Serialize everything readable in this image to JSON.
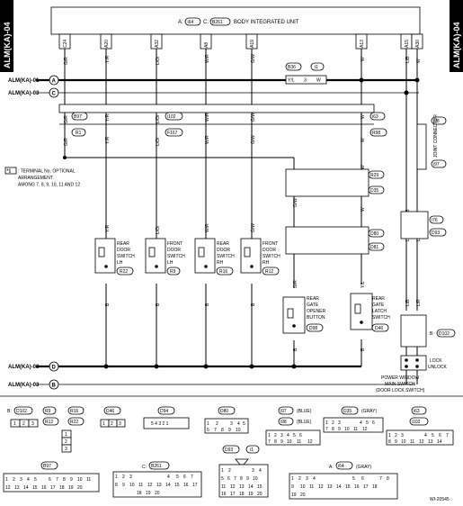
{
  "diagram": {
    "tab_left": "ALM(KA)-04",
    "tab_right": "ALM(KA)-04",
    "body_unit": {
      "ref_a": "A:",
      "conn_a": "i64",
      "ref_c": "C:",
      "conn_c": "B261",
      "title": "BODY INTEGRATED UNIT"
    },
    "unit_pins": [
      "C24",
      "A20",
      "A32",
      "A8",
      "A19",
      "A13",
      "A15",
      "A30"
    ],
    "bus_labels": [
      "ALM(KA)-01",
      "ALM(KA)-03",
      "ALM(KA)-03",
      "ALM(KA)-03"
    ],
    "bus_letters": [
      "A",
      "C",
      "D",
      "B"
    ],
    "wire_colors": {
      "gr": "G/R",
      "yr": "Y/R",
      "lor": "L/Or",
      "wr": "W/R",
      "gw": "G/W",
      "w": "W",
      "lb": "L/B",
      "yl": "Y/L",
      "b": "B",
      "lr": "L/R"
    },
    "conn_codes": {
      "b36": "B36",
      "i1": "i1",
      "b97": "B97",
      "r1": "R1",
      "i102": "i102",
      "f167": "F167",
      "i63": "i63",
      "r98": "R98",
      "i98": "i98",
      "i97": "i97",
      "r29": "R29",
      "d35": "D35",
      "i76": "i76",
      "d93": "D93",
      "d80": "D80",
      "d81": "D81"
    },
    "joint_label": "JOINT CONNECTOR",
    "note": {
      "mark": "*1",
      "text1": ": TERMINAL No. OPTIONAL",
      "text2": "ARRANGEMENT",
      "text3": "AMONG 7, 8, 9, 10, 11 AND 12"
    },
    "pin_nums": {
      "p1": "1",
      "p2": "2",
      "p3": "3",
      "p4": "4",
      "p5": "5",
      "p6": "6",
      "p7": "7",
      "p8": "8",
      "p9": "9",
      "p10": "10",
      "p11": "11",
      "p12": "12",
      "p13": "13",
      "p14": "14",
      "p15": "15",
      "p16": "16",
      "p17": "17",
      "p18": "18",
      "p19": "19",
      "p20": "20"
    },
    "switches": [
      {
        "l1": "REAR",
        "l2": "DOOR",
        "l3": "SWITCH",
        "l4": "LH",
        "code": "R22"
      },
      {
        "l1": "FRONT",
        "l2": "DOOR",
        "l3": "SWITCH",
        "l4": "LH",
        "code": "R9"
      },
      {
        "l1": "REAR",
        "l2": "DOOR",
        "l3": "SWITCH",
        "l4": "RH",
        "code": "R16"
      },
      {
        "l1": "FRONT",
        "l2": "DOOR",
        "l3": "SWITCH",
        "l4": "RH",
        "code": "R12"
      },
      {
        "l1": "REAR",
        "l2": "GATE",
        "l3": "OPENER",
        "l4": "BUTTON",
        "code": "D98"
      },
      {
        "l1": "REAR",
        "l2": "GATE",
        "l3": "LATCH",
        "l4": "SWITCH",
        "code": "D46"
      }
    ],
    "pw_switch": {
      "code_ref": "B:",
      "code": "D102",
      "lock": "LOCK",
      "unlock": "UNLOCK",
      "t1": "POWER WINDOW",
      "t2": "MAIN SWITCH",
      "t3": "(DOOR LOCK SWITCH)"
    },
    "legend": {
      "d102_ref": "B:",
      "d102": "D102",
      "r9": "R9",
      "r16": "R16",
      "r12": "R12",
      "r22": "R22",
      "d46": "D46",
      "d94": "D94",
      "d80": "D80",
      "i97": "i97",
      "i97_c": "(BLUE)",
      "i98": "i98",
      "i98_c": "(BLUE)",
      "d35": "D35",
      "d35_c": "(GRAY)",
      "i63": "i63",
      "i102": "i102",
      "b97": "B97",
      "b261_ref": "C:",
      "b261": "B261",
      "d93": "D93",
      "i1": "i1",
      "i64_ref": "A:",
      "i64": "i64",
      "i64_c": "(GRAY)",
      "d94_pins": "5 4 3 2 1"
    },
    "figure_id": "WI-20545"
  }
}
